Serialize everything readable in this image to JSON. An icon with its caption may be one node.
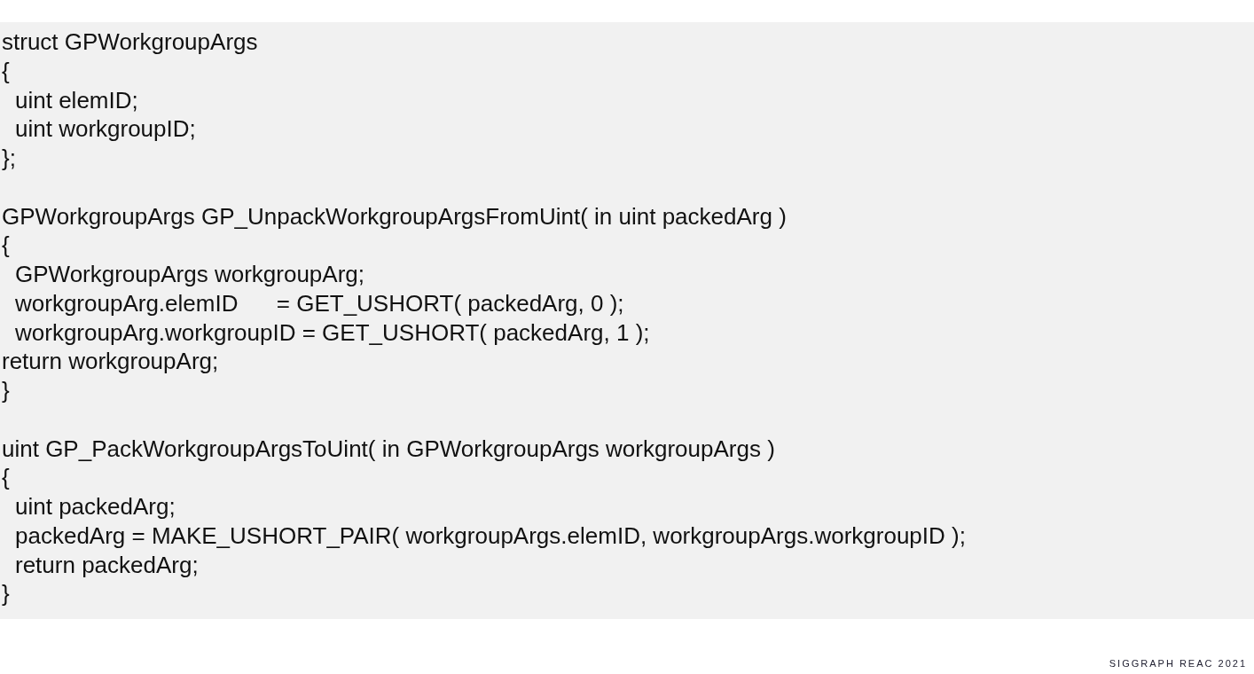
{
  "diagram": {
    "labels": [
      "struct GPWorkgroupArgs",
      "{",
      "uint elemID;",
      "uint workgroupID;",
      "};",
      "GPWorkgroupArgs GP_UnpackWorkgroupArgsFromUint( in uint packedArg )",
      "{",
      "GPWorkgroupArgs workgroupArg;",
      "workgroupArg.elemID      = GET_USHORT( packedArg, 0 );",
      "workgroupArg.workgroupID = GET_USHORT( packedArg, 1 );",
      "return workgroupArg;",
      "}",
      "uint GP_PackWorkgroupArgsToUint( in GPWorkgroupArgs workgroupArgs )",
      "{",
      "uint packedArg;",
      "packedArg = MAKE_USHORT_PAIR( workgroupArgs.elemID, workgroupArgs.workgroupID );",
      "return packedArg;",
      "}",
      "SIGGRAPH REAC 2021"
    ]
  }
}
